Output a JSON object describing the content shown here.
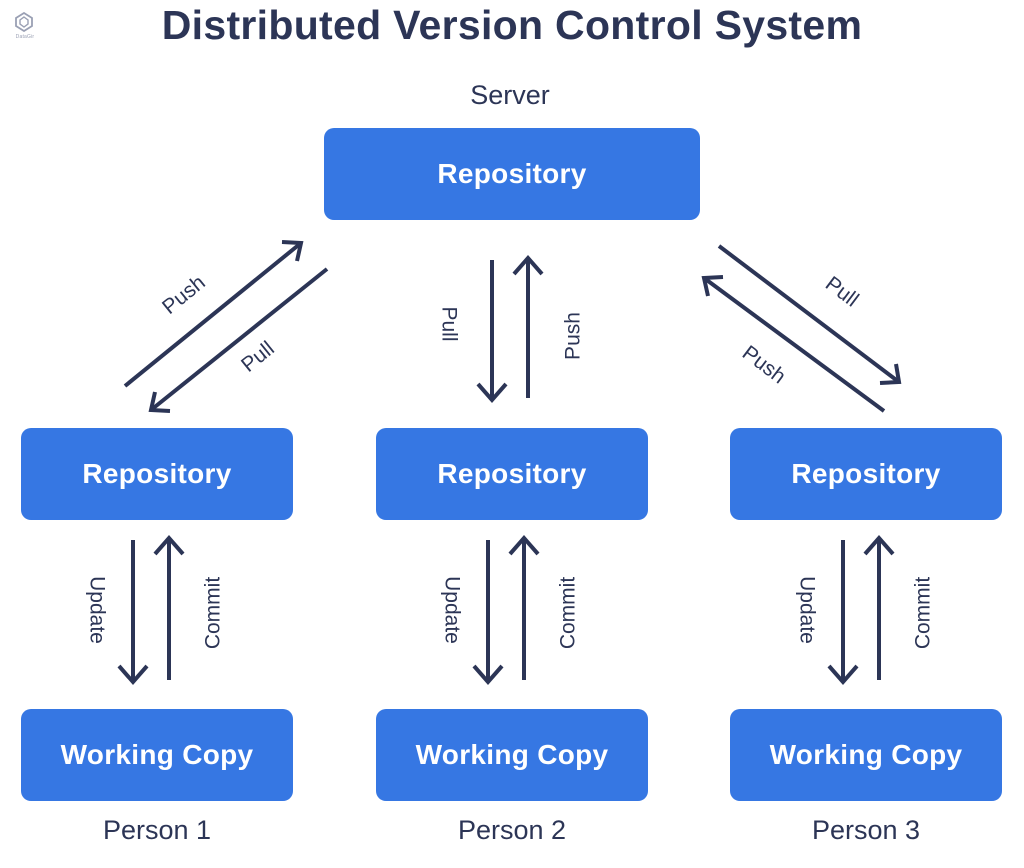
{
  "logo": {
    "text": "DataGir"
  },
  "title": "Distributed Version Control System",
  "server": {
    "caption": "Server",
    "repository_label": "Repository"
  },
  "persons": [
    {
      "caption": "Person 1",
      "repository_label": "Repository",
      "working_copy_label": "Working Copy"
    },
    {
      "caption": "Person 2",
      "repository_label": "Repository",
      "working_copy_label": "Working Copy"
    },
    {
      "caption": "Person 3",
      "repository_label": "Repository",
      "working_copy_label": "Working Copy"
    }
  ],
  "arrow_labels": {
    "push": "Push",
    "pull": "Pull",
    "update": "Update",
    "commit": "Commit"
  },
  "colors": {
    "box_fill": "#3677e3",
    "box_text": "#ffffff",
    "ink": "#2c3556"
  }
}
